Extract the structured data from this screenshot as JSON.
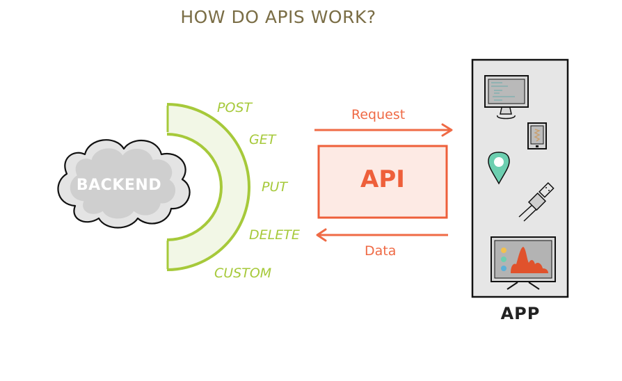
{
  "title": "HOW DO APIS WORK?",
  "backend": {
    "label": "BACKEND"
  },
  "methods": [
    "POST",
    "GET",
    "PUT",
    "DELETE",
    "CUSTOM"
  ],
  "api": {
    "label": "API",
    "request_label": "Request",
    "response_label": "Data"
  },
  "app": {
    "label": "APP",
    "icons": [
      "desktop-monitor",
      "tablet",
      "location-pin",
      "usb-plug",
      "tv-chart"
    ]
  },
  "colors": {
    "title": "#7a6d45",
    "method_green": "#a6c93a",
    "api_orange": "#ee5f3a",
    "api_fill": "#fdeae4",
    "app_panel": "#e6e6e6",
    "pin_teal": "#6ccfb0",
    "chart_orange": "#e0522c"
  }
}
